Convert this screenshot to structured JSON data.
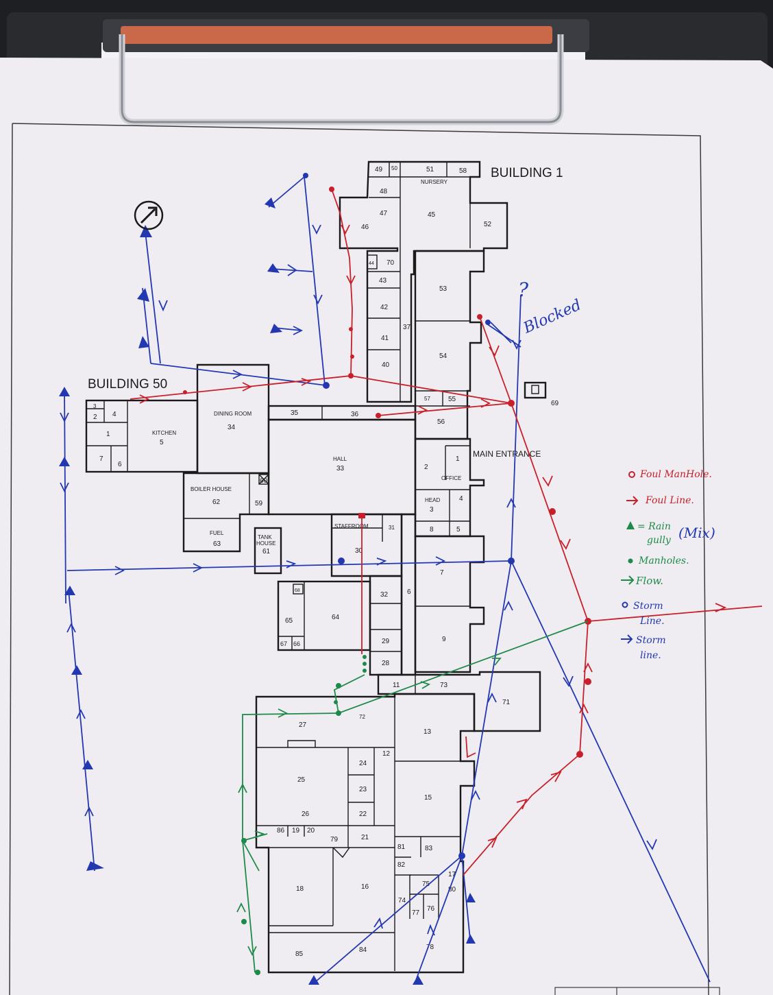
{
  "building_labels": {
    "building_1": "BUILDING 1",
    "building_50": "BUILDING 50",
    "main_entrance": "MAIN ENTRANCE"
  },
  "room_names": {
    "nursery": "NURSERY",
    "kitchen": "KITCHEN",
    "dining_room": "DINING ROOM",
    "hall": "HALL",
    "boiler_house": "BOILER HOUSE",
    "fuel": "FUEL",
    "tank_house_1": "TANK",
    "tank_house_2": "HOUSE",
    "staffroom": "STAFFROOM",
    "office": "OFFICE",
    "head": "HEAD"
  },
  "room_numbers": {
    "r49": "49",
    "r50": "50",
    "r51": "51",
    "r58": "58",
    "r48": "48",
    "r47": "47",
    "r46": "46",
    "r45": "45",
    "r52": "52",
    "r44": "44",
    "r70": "70",
    "r43": "43",
    "r42": "42",
    "r41": "41",
    "r40": "40",
    "r37": "37",
    "r53": "53",
    "r54": "54",
    "r57": "57",
    "r55": "55",
    "r56": "56",
    "r69": "69",
    "r35": "35",
    "r36": "36",
    "r3a": "3",
    "r2a": "2",
    "r4a": "4",
    "r1a": "1",
    "r7a": "7",
    "r6": "6",
    "r5": "5",
    "r34": "34",
    "r33": "33",
    "r2": "2",
    "r1": "1",
    "r60": "60",
    "r62": "62",
    "r59": "59",
    "r63": "63",
    "r61": "61",
    "r3": "3",
    "r4": "4",
    "r8": "8",
    "r5b": "5",
    "r30": "30",
    "r31": "31",
    "r7": "7",
    "r68": "68",
    "r65": "65",
    "r64": "64",
    "r67": "67",
    "r66": "66",
    "r32": "32",
    "r6b": "6",
    "r29": "29",
    "r28": "28",
    "r9": "9",
    "r11": "11",
    "r73": "73",
    "r71": "71",
    "r27": "27",
    "r72": "72",
    "r13": "13",
    "r12": "12",
    "r24": "24",
    "r25": "25",
    "r23": "23",
    "r15": "15",
    "r22": "22",
    "r26": "26",
    "r86": "86",
    "r19": "19",
    "r20": "20",
    "r79": "79",
    "r21": "21",
    "r81": "81",
    "r83": "83",
    "r82": "82",
    "r18": "18",
    "r16": "16",
    "r75": "75",
    "r17": "17",
    "r80": "80",
    "r74": "74",
    "r77": "77",
    "r76": "76",
    "r85": "85",
    "r84": "84",
    "r78": "78"
  },
  "legend": {
    "foul_manhole": "Foul ManHole.",
    "foul_line": "Foul Line.",
    "rain_gully_1": "= Rain",
    "rain_gully_2": "gully",
    "rain_gully_mix": "(Mix)",
    "manholes": "Manholes.",
    "flow": "Flow.",
    "storm_line_1": "Storm",
    "storm_line_2": "Line.",
    "storm_line_3": "Storm",
    "storm_line_4": "line."
  },
  "annotations": {
    "question": "?",
    "blocked": "Blocked"
  },
  "colors": {
    "foul": "#c8202a",
    "storm": "#2338b0",
    "manhole_green": "#1e8a4a",
    "paper": "#efedf2",
    "clipboard": "#1e1f22",
    "header_tab": "#2f5fd0"
  }
}
